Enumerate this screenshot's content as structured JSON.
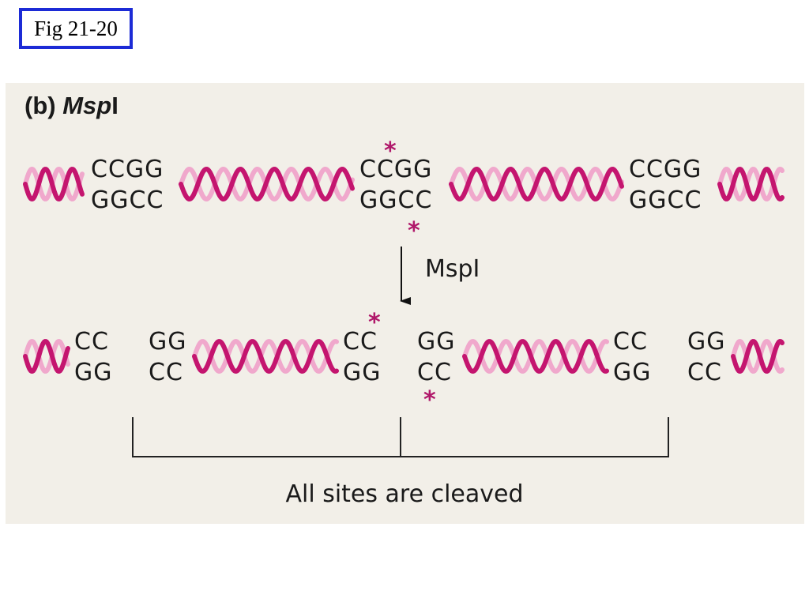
{
  "figure_label": "Fig 21-20",
  "panel": {
    "title_prefix": "(b) ",
    "title_enzyme_italic": "Msp",
    "title_enzyme_suffix": "I"
  },
  "colors": {
    "strand_dark": "#c4156f",
    "strand_light": "#f0a8cc",
    "asterisk": "#b0186a",
    "panel_bg": "#f2efe8",
    "label_border": "#1c2bd6"
  },
  "uncut": {
    "sites": [
      {
        "top": "CCGG",
        "bottom": "GGCC"
      },
      {
        "top": "CCGG",
        "bottom": "GGCC"
      },
      {
        "top": "CCGG",
        "bottom": "GGCC"
      }
    ],
    "methyl_mark": "*"
  },
  "arrow": {
    "label": "MspI"
  },
  "cut": {
    "fragments": [
      {
        "top": "CC",
        "bottom": "GG"
      },
      {
        "top": "GG",
        "bottom": "CC"
      },
      {
        "top": "CC",
        "bottom": "GG"
      },
      {
        "top": "GG",
        "bottom": "CC"
      },
      {
        "top": "CC",
        "bottom": "GG"
      },
      {
        "top": "GG",
        "bottom": "CC"
      }
    ],
    "methyl_mark": "*"
  },
  "caption": "All sites are cleaved"
}
